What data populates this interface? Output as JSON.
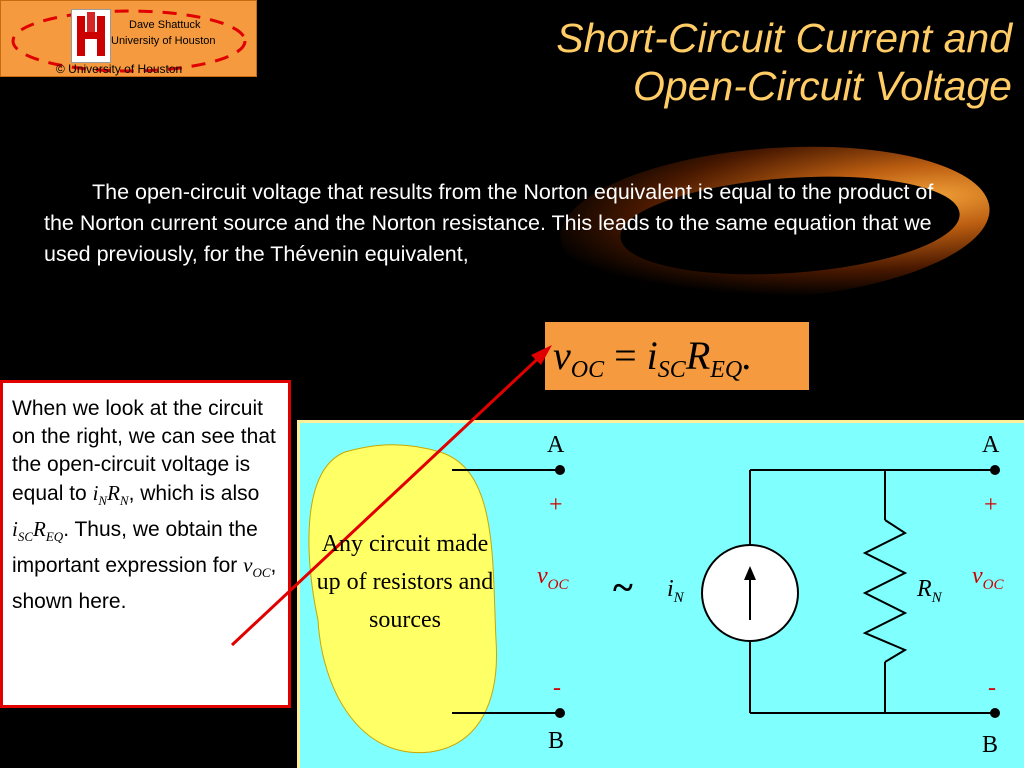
{
  "logo": {
    "name": "Dave Shattuck",
    "institution": "University of Houston",
    "copyright": "© University of Houston"
  },
  "title": {
    "line1": "Short-Circuit Current and",
    "line2": "Open-Circuit Voltage"
  },
  "paragraph": "The open-circuit voltage that results from the Norton equivalent is equal to the product of the Norton current source and the Norton resistance.  This leads to the same equation that we used previously, for the Thévenin equivalent,",
  "equation": {
    "lhs": "v",
    "lhs_sub": "OC",
    "op": "=",
    "i": "i",
    "i_sub": "SC",
    "r": "R",
    "r_sub": "EQ",
    "end": "."
  },
  "callout": {
    "t1": "When we look at the circuit on the right, we can see that the open-circuit voltage is equal to ",
    "iN": "i",
    "iN_sub": "N",
    "RN": "R",
    "RN_sub": "N",
    "t2": ", which is also ",
    "iSC": "i",
    "iSC_sub": "SC",
    "REQ": "R",
    "REQ_sub": "EQ",
    "t3": ". Thus, we obtain the important expression for ",
    "vOC": "v",
    "vOC_sub": "OC",
    "t4": ", shown here."
  },
  "circuit": {
    "blob_text": "Any circuit made up of resistors and sources",
    "terminal_a": "A",
    "terminal_b": "B",
    "plus": "+",
    "minus": "-",
    "v": "v",
    "v_sub": "OC",
    "equiv": "~",
    "iN": "i",
    "iN_sub": "N",
    "RN": "R",
    "RN_sub": "N"
  },
  "colors": {
    "title": "#ffcc66",
    "accent_orange": "#f59a3e",
    "panel_cyan": "#80ffff",
    "blob_yellow": "#ffff66",
    "arrow_red": "#e00000"
  }
}
